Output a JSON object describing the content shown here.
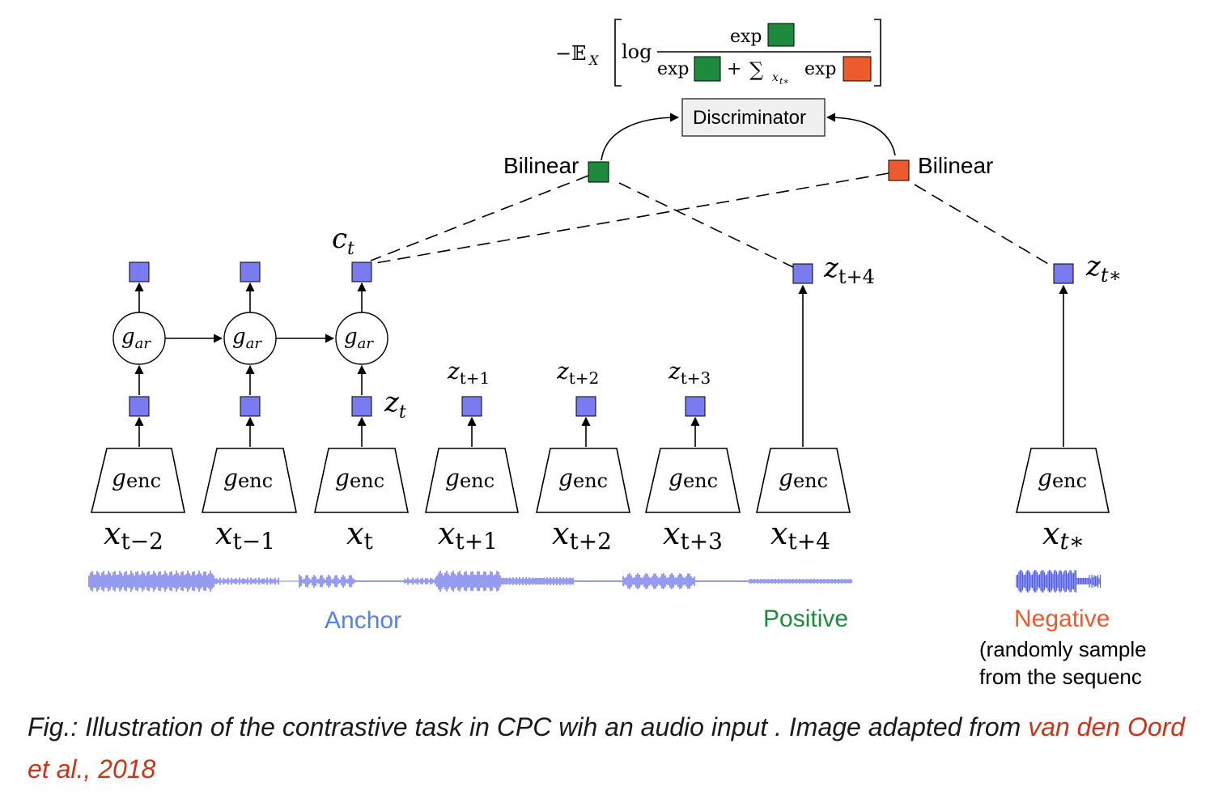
{
  "colors": {
    "latent": "#7b7bf0",
    "positive_square": "#1e8a3e",
    "negative_square": "#ec5a2e",
    "anchor_text": "#5a7fe8",
    "positive_text": "#1e8a3e",
    "negative_text": "#ec5a2e",
    "wave": "#2433e0",
    "citation": "#c8351b"
  },
  "loss": {
    "neg_expectation": "−𝔼",
    "expectation_sub": "X",
    "log": "log",
    "numerator_exp": "exp",
    "denominator_exp": "exp",
    "plus": "+",
    "sum": "∑",
    "sum_sub": "x",
    "sum_sub_sub": "t∗",
    "neg_exp": "exp"
  },
  "discriminator": "Discriminator",
  "bilinear_left": "Bilinear",
  "bilinear_right": "Bilinear",
  "labels": {
    "c_base": "c",
    "c_sub": "t",
    "zt_base": "z",
    "zt_sub": "t",
    "zt4_base": "z",
    "zt4_sub": "t+4",
    "zstar_base": "z",
    "zstar_sub": "t∗",
    "z1_base": "z",
    "z1_sub": "t+1",
    "z2_base": "z",
    "z2_sub": "t+2",
    "z3_base": "z",
    "z3_sub": "t+3"
  },
  "gar": {
    "base": "g",
    "sub": "ar"
  },
  "genc": {
    "base": "g",
    "sub": "enc"
  },
  "inputs": [
    {
      "base": "x",
      "sub": "t−2"
    },
    {
      "base": "x",
      "sub": "t−1"
    },
    {
      "base": "x",
      "sub": "t"
    },
    {
      "base": "x",
      "sub": "t+1"
    },
    {
      "base": "x",
      "sub": "t+2"
    },
    {
      "base": "x",
      "sub": "t+3"
    },
    {
      "base": "x",
      "sub": "t+4"
    },
    {
      "base": "x",
      "sub": "t∗"
    }
  ],
  "anchor": "Anchor",
  "positive": "Positive",
  "negative": "Negative",
  "negative_note_1": "(randomly sample",
  "negative_note_2": "from the sequenc",
  "caption": {
    "text": "Fig.: Illustration of the contrastive task in CPC wih an audio input . Image adapted from ",
    "link": "van den Oord et al., 2018"
  }
}
